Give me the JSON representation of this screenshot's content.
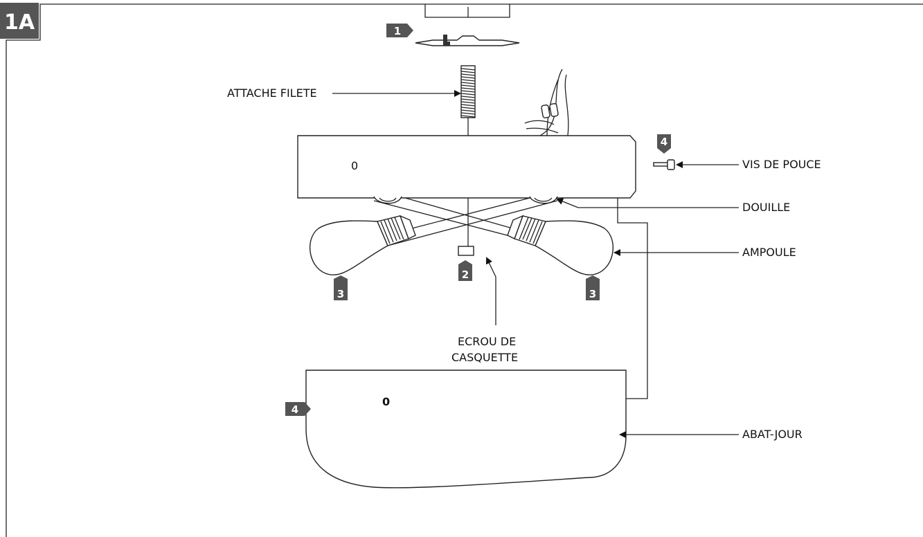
{
  "figure_label": "1A",
  "step_badges": {
    "mounting_plate": "1",
    "cap_nut": "2",
    "bulb_left": "3",
    "bulb_right": "3",
    "thumb_screw": "4",
    "shade": "4"
  },
  "labels": {
    "threaded_rod": "ATTACHE FILETE",
    "thumb_screw": "VIS DE POUCE",
    "socket": "DOUILLE",
    "bulb": "AMPOULE",
    "cap_nut_line1": "ECROU DE",
    "cap_nut_line2": "CASQUETTE",
    "shade": "ABAT-JOUR"
  },
  "markings": {
    "housing_mark": "0",
    "shade_mark": "0"
  },
  "colors": {
    "badge_fill": "#555555",
    "line": "#222222"
  }
}
